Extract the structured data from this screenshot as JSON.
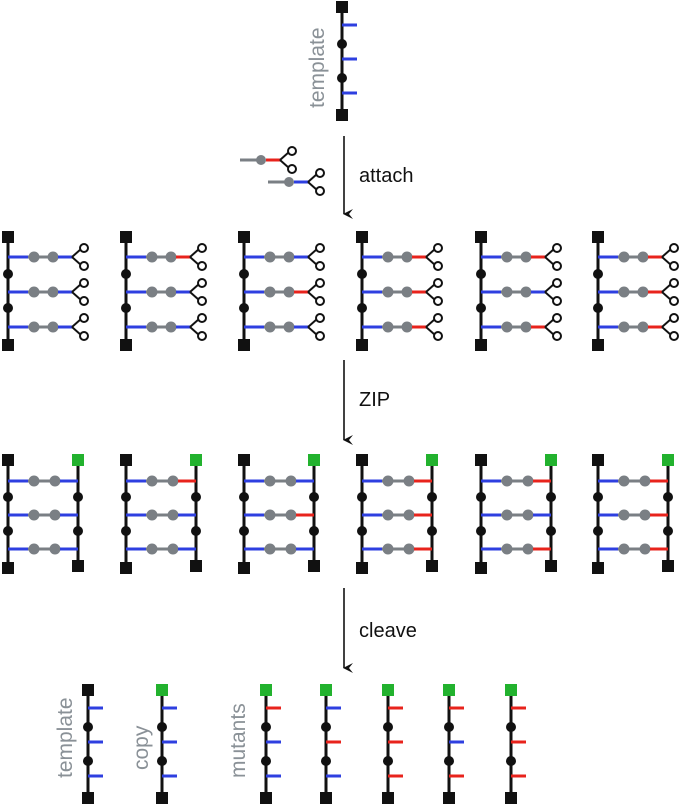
{
  "colors": {
    "backbone": "#111111",
    "blue": "#2e3fe0",
    "red": "#e8231c",
    "gray": "#7a7f84",
    "gray_text": "#8a9197",
    "green": "#22b22e"
  },
  "labels": {
    "template_top": "template",
    "attach": "attach",
    "zip": "ZIP",
    "cleave": "cleave",
    "template_bottom": "template",
    "copy": "copy",
    "mutants": "mutants"
  },
  "template_strand": {
    "stubs": [
      "blue",
      "blue",
      "blue"
    ]
  },
  "attach_reagents": [
    "red",
    "blue"
  ],
  "ladders_attach": [
    [
      "blue",
      "blue",
      "blue"
    ],
    [
      "red",
      "blue",
      "blue"
    ],
    [
      "blue",
      "red",
      "blue"
    ],
    [
      "red",
      "red",
      "red"
    ],
    [
      "red",
      "blue",
      "red"
    ],
    [
      "red",
      "red",
      "red"
    ]
  ],
  "ladders_zip": [
    [
      "blue",
      "blue",
      "blue"
    ],
    [
      "red",
      "blue",
      "blue"
    ],
    [
      "blue",
      "red",
      "blue"
    ],
    [
      "red",
      "red",
      "red"
    ],
    [
      "red",
      "blue",
      "red"
    ],
    [
      "red",
      "red",
      "red"
    ]
  ],
  "products": {
    "template": [
      "blue",
      "blue",
      "blue"
    ],
    "copy": [
      "blue",
      "blue",
      "blue"
    ],
    "mutants": [
      [
        "red",
        "blue",
        "blue"
      ],
      [
        "blue",
        "red",
        "blue"
      ],
      [
        "red",
        "red",
        "red"
      ],
      [
        "red",
        "blue",
        "red"
      ],
      [
        "red",
        "red",
        "red"
      ]
    ]
  }
}
